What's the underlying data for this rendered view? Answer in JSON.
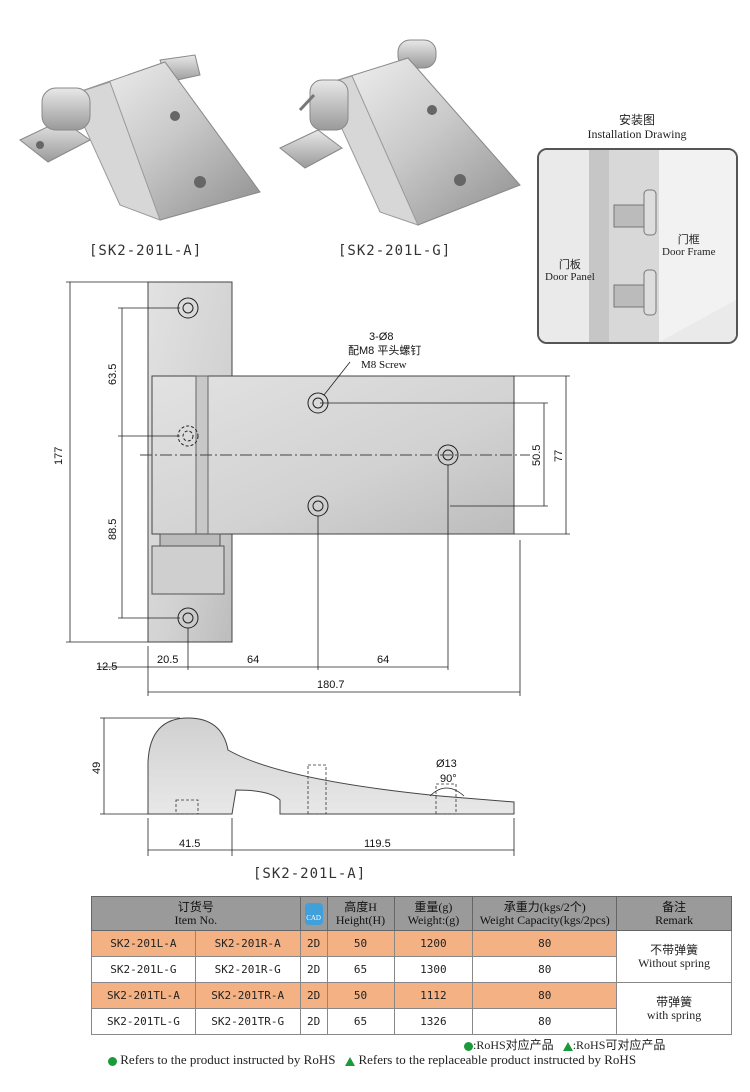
{
  "photos": {
    "left_caption": "[SK2-201L-A]",
    "right_caption": "[SK2-201L-G]"
  },
  "installation": {
    "title_cn": "安装图",
    "title_en": "Installation Drawing",
    "door_frame_cn": "门框",
    "door_frame_en": "Door Frame",
    "door_panel_cn": "门板",
    "door_panel_en": "Door Panel"
  },
  "drawing": {
    "hole_note_1": "3-Ø8",
    "hole_note_2": "配M8 平头螺钉",
    "hole_note_3": "M8 Screw",
    "dim_177": "177",
    "dim_63_5": "63.5",
    "dim_88_5": "88.5",
    "dim_12_5": "12.5",
    "dim_20_5": "20.5",
    "dim_64_a": "64",
    "dim_64_b": "64",
    "dim_180_7": "180.7",
    "dim_50_5": "50.5",
    "dim_77": "77",
    "side_49": "49",
    "side_dia13": "Ø13",
    "side_90": "90°",
    "side_41_5": "41.5",
    "side_119_5": "119.5",
    "side_caption": "[SK2-201L-A]"
  },
  "table": {
    "headers": {
      "item_cn": "订货号",
      "item_en": "Item No.",
      "cad": "CAD",
      "height_cn": "高度H",
      "height_en": "Height(H)",
      "weight_cn": "重量(g)",
      "weight_en": "Weight:(g)",
      "capacity_cn": "承重力(kgs/2个)",
      "capacity_en": "Weight Capacity(kgs/2pcs)",
      "remark_cn": "备注",
      "remark_en": "Remark"
    },
    "rows": [
      {
        "left": "SK2-201L-A",
        "right": "SK2-201R-A",
        "cad": "2D",
        "height": "50",
        "weight": "1200",
        "capacity": "80"
      },
      {
        "left": "SK2-201L-G",
        "right": "SK2-201R-G",
        "cad": "2D",
        "height": "65",
        "weight": "1300",
        "capacity": "80"
      },
      {
        "left": "SK2-201TL-A",
        "right": "SK2-201TR-A",
        "cad": "2D",
        "height": "50",
        "weight": "1112",
        "capacity": "80"
      },
      {
        "left": "SK2-201TL-G",
        "right": "SK2-201TR-G",
        "cad": "2D",
        "height": "65",
        "weight": "1326",
        "capacity": "80"
      }
    ],
    "remark_1_cn": "不带弹簧",
    "remark_1_en": "Without spring",
    "remark_2_cn": "带弹簧",
    "remark_2_en": "with spring"
  },
  "legend": {
    "rohs_cn": ":RoHS对应产品",
    "rohs_replace_cn": ":RoHS可对应产品",
    "rohs_en": "Refers to the product instructed by RoHS",
    "rohs_replace_en": "Refers to the replaceable product instructed by RoHS"
  },
  "colors": {
    "highlight": "#f4b183",
    "header_gray": "#9a9a9a",
    "rohs_green": "#1a9a3a"
  }
}
